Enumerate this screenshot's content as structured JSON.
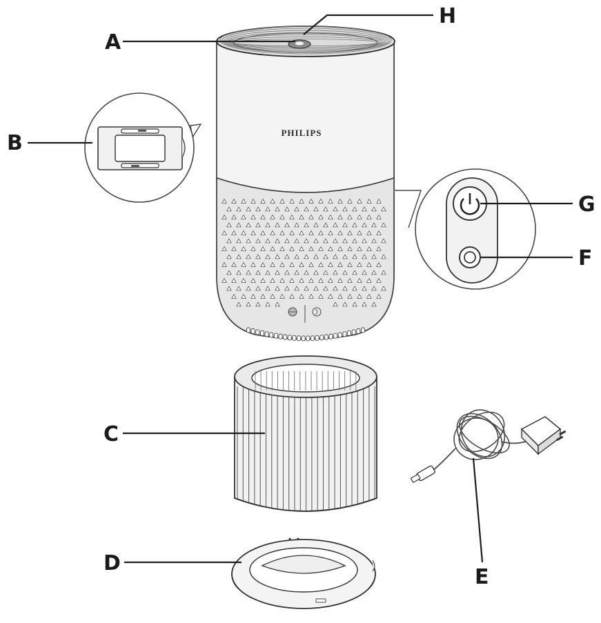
{
  "diagram": {
    "brand": "PHILIPS",
    "callouts": [
      {
        "letter": "A",
        "part": "top-sensor-indicator"
      },
      {
        "letter": "B",
        "part": "filter-reset-button"
      },
      {
        "letter": "C",
        "part": "filter"
      },
      {
        "letter": "D",
        "part": "bottom-cover"
      },
      {
        "letter": "E",
        "part": "power-adapter"
      },
      {
        "letter": "F",
        "part": "mode-button"
      },
      {
        "letter": "G",
        "part": "power-button"
      },
      {
        "letter": "H",
        "part": "air-outlet"
      }
    ],
    "icons": {
      "power": "power-icon",
      "mode": "mode-button-icon",
      "filter_status": "filter-status-icon",
      "sleep": "sleep-icon"
    },
    "colors": {
      "line": "#1b1b1b",
      "body_shade": "#f1f1f1",
      "grille_shade": "#e2e2e2"
    }
  }
}
